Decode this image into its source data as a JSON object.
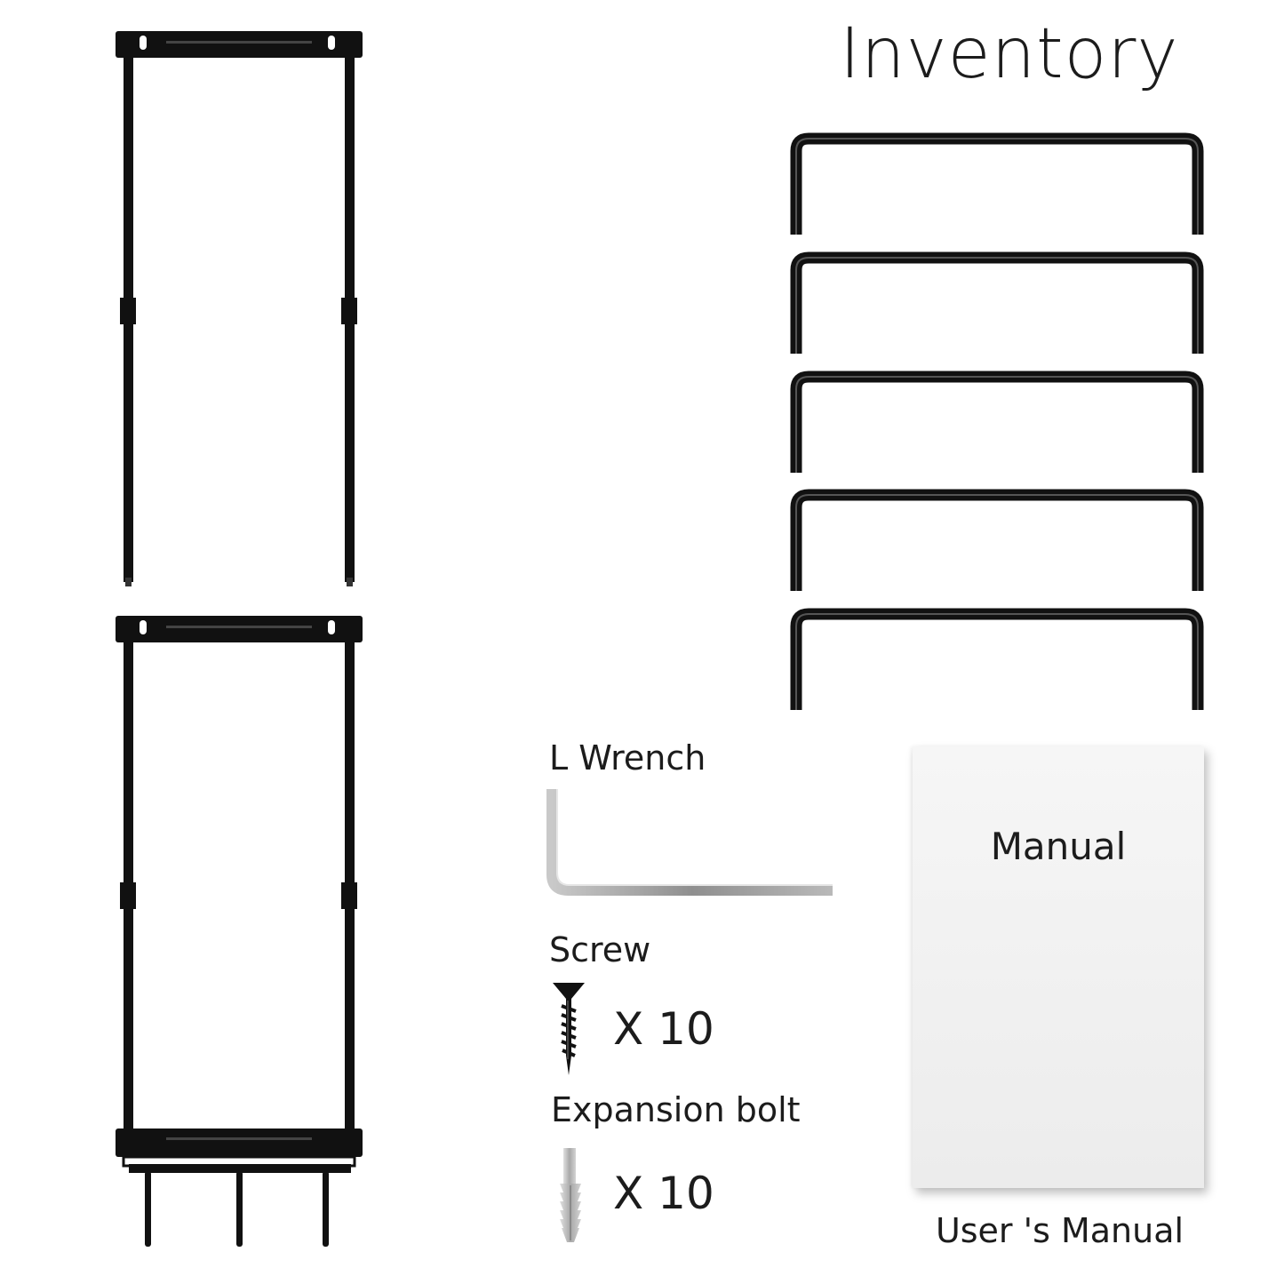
{
  "title": "Inventory",
  "items": {
    "l_wrench": {
      "label": "L Wrench"
    },
    "screw": {
      "label": "Screw",
      "quantity": "X 10",
      "icon": "screw-icon"
    },
    "expansion_bolt": {
      "label": "Expansion bolt",
      "quantity": "X 10",
      "icon": "anchor-icon"
    },
    "manual": {
      "cover_text": "Manual",
      "caption": "User 's Manual"
    }
  },
  "colors": {
    "metal": "#111111",
    "wrench": "#a9a9a9",
    "paper": "#f0f0f0",
    "anchor": "#bdbdbd"
  }
}
